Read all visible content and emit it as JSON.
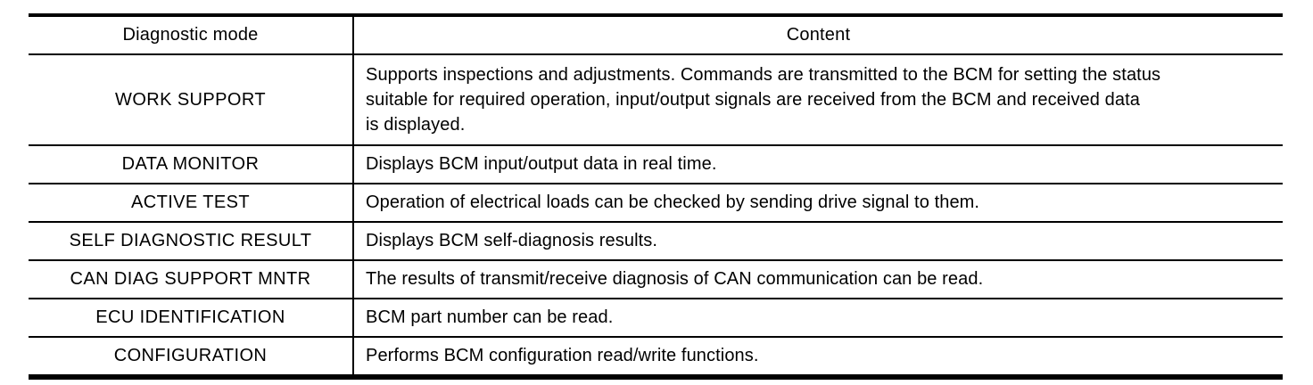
{
  "table": {
    "header": {
      "mode_column": "Diagnostic mode",
      "content_column": "Content"
    },
    "rows": [
      {
        "mode": "WORK SUPPORT",
        "content_lines": [
          "Supports inspections and adjustments. Commands are transmitted to the BCM for setting the status",
          "suitable for required operation, input/output signals are received from the BCM and received data",
          "is displayed."
        ]
      },
      {
        "mode": "DATA MONITOR",
        "content_lines": [
          "Displays BCM input/output data in real time."
        ]
      },
      {
        "mode": "ACTIVE TEST",
        "content_lines": [
          "Operation of electrical loads can be checked by sending drive signal to them."
        ]
      },
      {
        "mode": "SELF DIAGNOSTIC RESULT",
        "content_lines": [
          "Displays BCM self-diagnosis results."
        ]
      },
      {
        "mode": "CAN DIAG SUPPORT MNTR",
        "content_lines": [
          "The results of transmit/receive diagnosis of CAN communication can be read."
        ]
      },
      {
        "mode": "ECU IDENTIFICATION",
        "content_lines": [
          "BCM part number can be read."
        ]
      },
      {
        "mode": "CONFIGURATION",
        "content_lines": [
          "Performs BCM configuration read/write functions."
        ]
      }
    ]
  },
  "colors": {
    "background": "#ffffff",
    "text": "#000000",
    "border": "#000000"
  }
}
